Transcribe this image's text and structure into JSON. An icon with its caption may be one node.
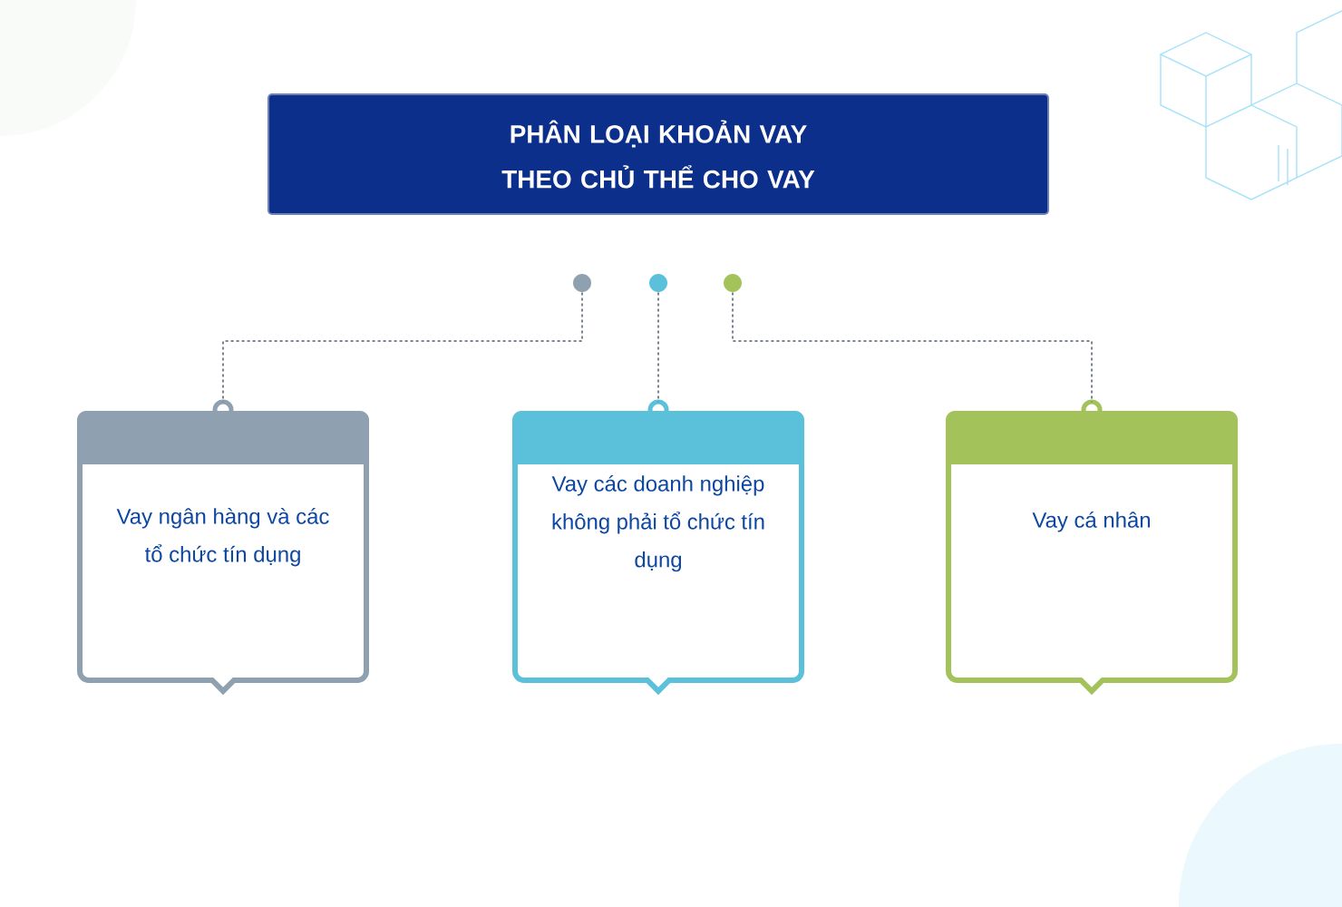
{
  "diagram": {
    "nodes": [
      {
        "text": [
          "PHÂN LOẠI KHOẢN VAY THEO CHỦ THỂ CHO VAY"
        ]
      },
      {
        "text": [],
        "shape": "circle"
      },
      {
        "text": [],
        "shape": "circle"
      },
      {
        "text": [],
        "shape": "circle"
      },
      {
        "text": [
          "Vay ngân hàng và các tổ chức tín dụng"
        ]
      },
      {
        "text": [
          "Vay các doanh nghiệp không phải tổ chức tín dụng"
        ]
      },
      {
        "text": [
          "Vay cá nhân"
        ]
      }
    ],
    "edges": [
      {
        "from": 1,
        "to": 4,
        "arrow": "none",
        "style": "dashed"
      },
      {
        "from": 2,
        "to": 5,
        "arrow": "none",
        "style": "dashed"
      },
      {
        "from": 3,
        "to": 6,
        "arrow": "none",
        "style": "dashed"
      }
    ]
  }
}
